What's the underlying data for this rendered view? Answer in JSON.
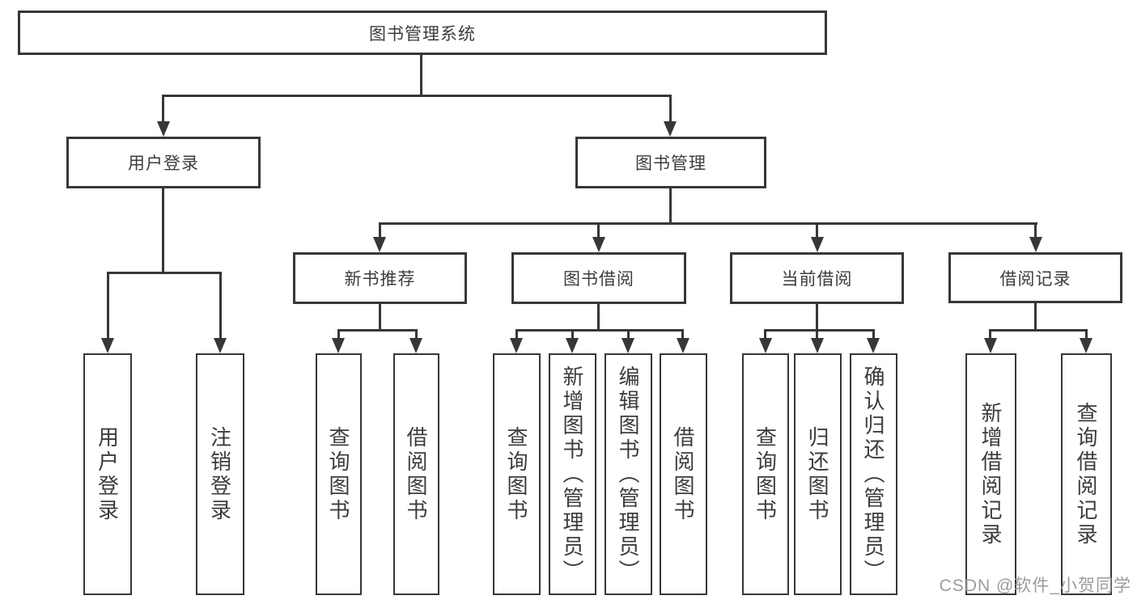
{
  "colors": {
    "line": "#373737",
    "text": "#3c3c3c",
    "background": "#ffffff",
    "watermark": "#9b9b9b"
  },
  "nodes": {
    "root": "图书管理系统",
    "user_login": "用户登录",
    "book_management": "图书管理",
    "new_book_recommendation": "新书推荐",
    "book_borrowing": "图书借阅",
    "current_borrowing": "当前借阅",
    "borrowing_records": "借阅记录",
    "leaf_user_login": "用户登录",
    "leaf_logout": "注销登录",
    "leaf_nb_query_books": "查询图书",
    "leaf_nb_borrow_books": "借阅图书",
    "leaf_bb_query_books": "查询图书",
    "leaf_bb_add_books": "新增图书（管理员）",
    "leaf_bb_edit_books": "编辑图书（管理员）",
    "leaf_bb_borrow_books": "借阅图书",
    "leaf_cb_query_books": "查询图书",
    "leaf_cb_return_books": "归还图书",
    "leaf_cb_confirm_return": "确认归还（管理员）",
    "leaf_br_add_record": "新增借阅记录",
    "leaf_br_query_record": "查询借阅记录"
  },
  "watermark": "CSDN @软件_小贺同学"
}
